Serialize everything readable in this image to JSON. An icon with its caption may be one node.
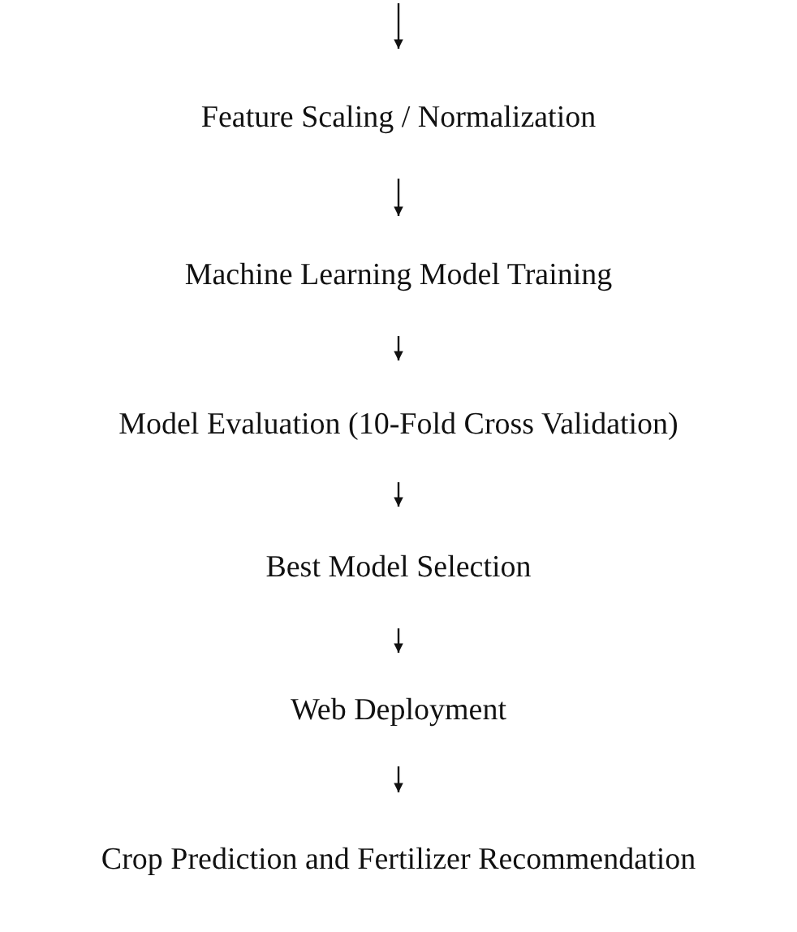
{
  "diagram": {
    "nodes": [
      {
        "text": [
          "Feature Scaling / Normalization"
        ]
      },
      {
        "text": [
          "Machine Learning Model Training"
        ]
      },
      {
        "text": [
          "Model Evaluation (10-Fold Cross Validation)"
        ]
      },
      {
        "text": [
          "Best Model Selection"
        ]
      },
      {
        "text": [
          "Web Deployment"
        ]
      },
      {
        "text": [
          "Crop Prediction and Fertilizer Recommendation"
        ]
      }
    ],
    "edges": [
      {
        "from": null,
        "to": 0,
        "arrow": "to"
      },
      {
        "from": 0,
        "to": 1,
        "arrow": "to"
      },
      {
        "from": 1,
        "to": 2,
        "arrow": "to"
      },
      {
        "from": 2,
        "to": 3,
        "arrow": "to"
      },
      {
        "from": 3,
        "to": 4,
        "arrow": "to"
      },
      {
        "from": 4,
        "to": 5,
        "arrow": "to"
      }
    ]
  }
}
